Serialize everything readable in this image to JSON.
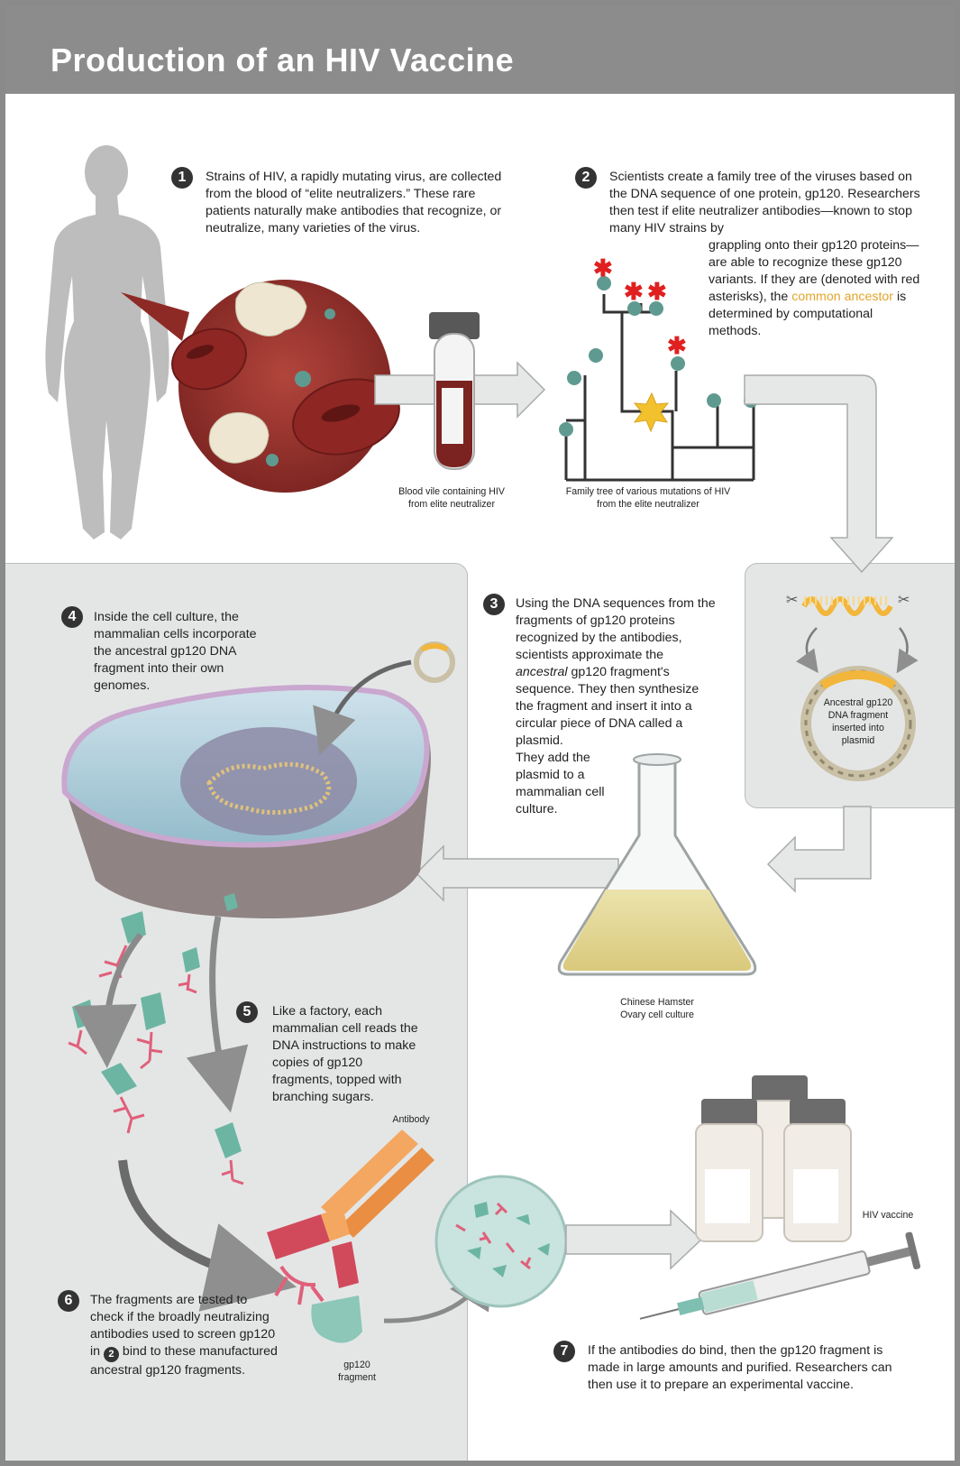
{
  "title": "Production of an HIV Vaccine",
  "steps": {
    "s1": {
      "num": "1",
      "text": "Strains of HIV, a rapidly mutating virus, are collected from the blood of “elite neutralizers.” These rare patients naturally make antibodies that recognize, or neutralize, many varieties of the virus."
    },
    "s2": {
      "num": "2",
      "text_a": "Scientists create a family tree of the viruses based on the DNA sequence of one protein, gp120.  Researchers then test if elite neutralizer antibodies—known to stop many HIV strains by",
      "text_b": "grappling onto their gp120 proteins—are able to recognize these gp120 variants. If they are (denoted with red asterisks), the ",
      "highlight": "common ancestor",
      "text_c": " is determined by computational methods."
    },
    "s3": {
      "num": "3",
      "text_a": "Using the DNA sequences from the fragments of gp120 proteins recognized by the antibodies, scientists approximate the ",
      "italic": "ancestral",
      "text_b": " gp120 fragment's sequence. They then synthesize the fragment and insert it into a circular piece of DNA called a plasmid.",
      "text_c": "They add the plasmid to a mammalian cell culture."
    },
    "s4": {
      "num": "4",
      "text": "Inside the cell culture, the mammalian cells incorporate the ancestral gp120 DNA fragment into their own genomes."
    },
    "s5": {
      "num": "5",
      "text": "Like a factory, each mammalian cell reads the DNA instructions to make copies of gp120 fragments, topped with branching sugars."
    },
    "s6": {
      "num": "6",
      "text_a": "The fragments are tested to check if the broadly neutralizing antibodies used to screen gp120 in ",
      "ref": "2",
      "text_b": " bind to these manufactured ancestral gp120 fragments."
    },
    "s7": {
      "num": "7",
      "text": "If the antibodies do bind, then the gp120 fragment is made in large amounts and purified. Researchers can then use it to prepare an experimental vaccine."
    }
  },
  "captions": {
    "blood": "Blood vile containing HIV from elite neutralizer",
    "tree": "Family tree of various mutations of HIV from the elite neutralizer",
    "plasmid": "Ancestral gp120 DNA fragment inserted into plasmid",
    "culture": "Chinese Hamster Ovary cell culture",
    "antibody": "Antibody",
    "fragment": "gp120 fragment",
    "vaccine": "HIV vaccine"
  },
  "colors": {
    "banner": "#8c8c8c",
    "panel": "#e4e6e6",
    "virus": "#5f9a90",
    "asterisk": "#e02020",
    "ancestor": "#f2c12e",
    "sugar": "#e0607a",
    "blood": "#8e2a26"
  }
}
